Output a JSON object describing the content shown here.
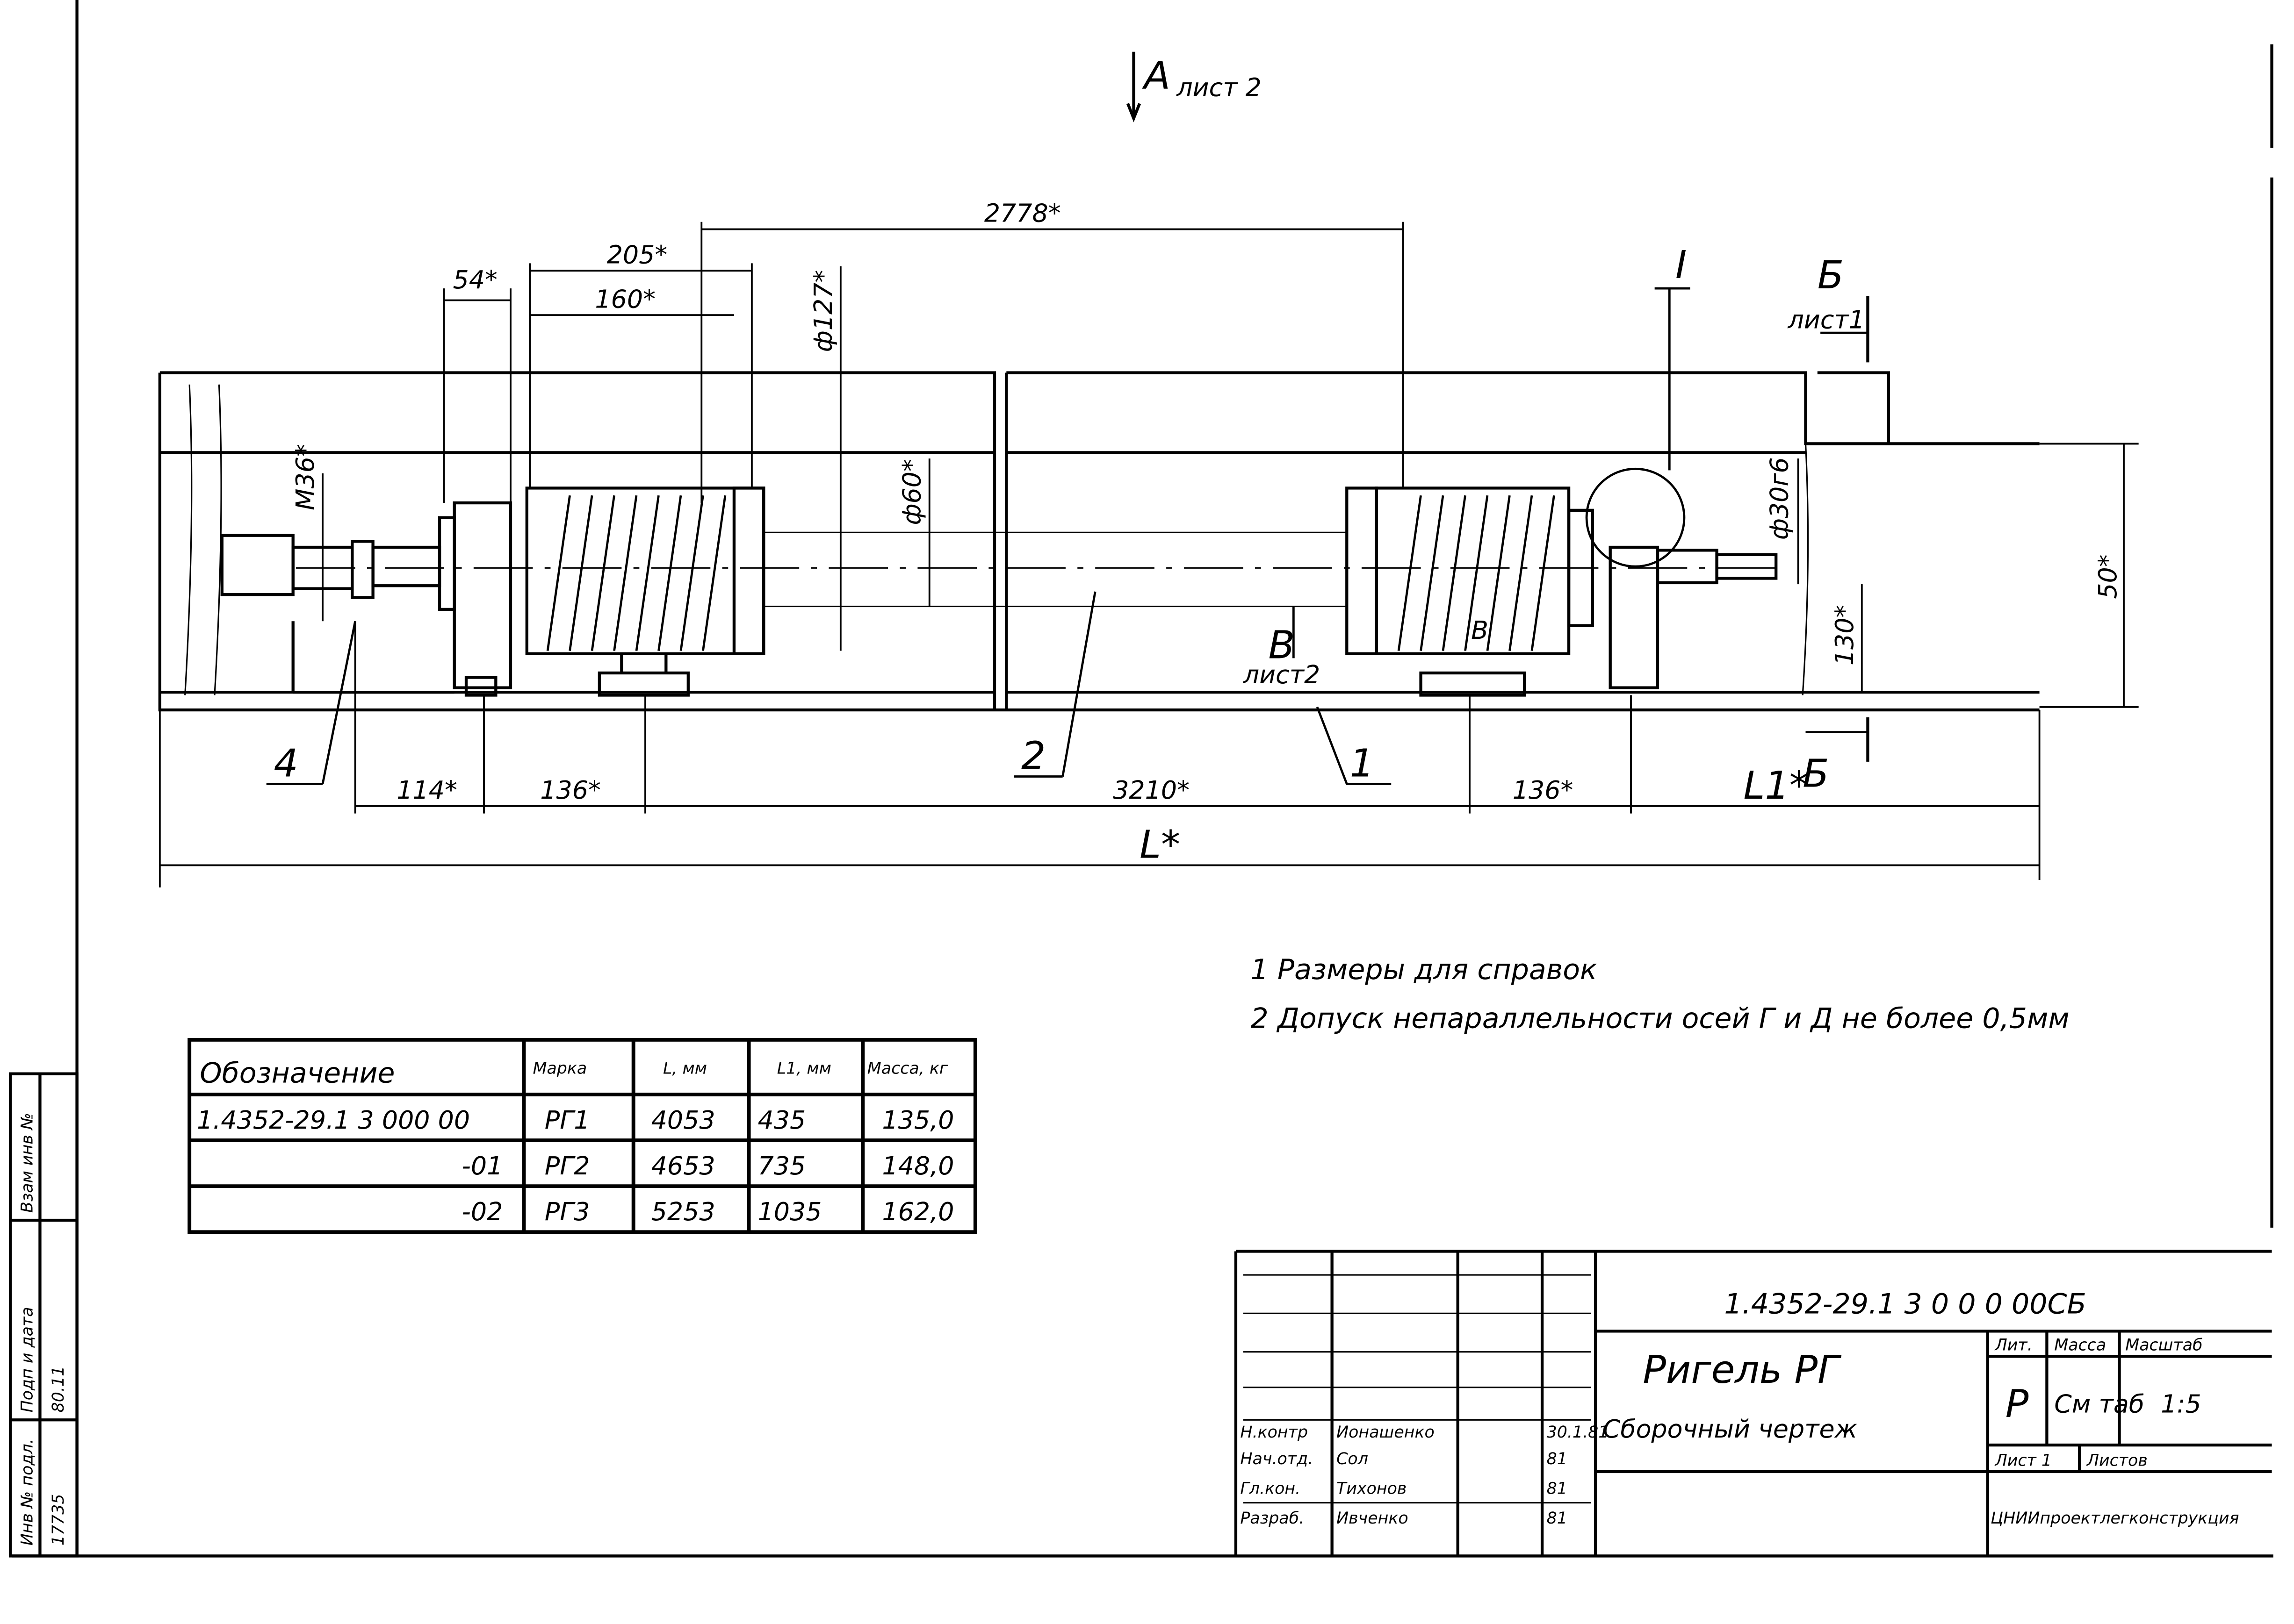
{
  "view_markers": {
    "section_a": "А",
    "section_a_sheet": "лист 2",
    "section_b": "Б",
    "section_b_sheet": "лист1",
    "section_b_bottom": "Б",
    "section_v": "В",
    "section_v_sheet": "лист2",
    "section_v_small": "В",
    "detail_i": "I"
  },
  "dimensions": {
    "d2778": "2778*",
    "d205": "205*",
    "d160": "160*",
    "d54": "54*",
    "d127": "ф127*",
    "m36": "М36*",
    "d60": "ф60*",
    "d30": "ф30г6",
    "d130": "130*",
    "d50": "50*",
    "d114": "114*",
    "d136a": "136*",
    "d3210": "3210*",
    "d136b": "136*",
    "l1": "L1*",
    "l": "L*"
  },
  "callouts": [
    "1",
    "2",
    "4"
  ],
  "notes": [
    "1 Размеры для справок",
    "2 Допуск непараллельности осей Г и Д не более 0,5мм"
  ],
  "table": {
    "headers": [
      "Обозначение",
      "Марка",
      "L, мм",
      "L1, мм",
      "Масса, кг"
    ],
    "rows": [
      [
        "1.4352-29.1 3 000 00",
        "РГ1",
        "4053",
        "435",
        "135,0"
      ],
      [
        "-01",
        "РГ2",
        "4653",
        "735",
        "148,0"
      ],
      [
        "-02",
        "РГ3",
        "5253",
        "1035",
        "162,0"
      ]
    ]
  },
  "title_block": {
    "code": "1.4352-29.1   3 0 0 0 00СБ",
    "name": "Ригель РГ",
    "doc_type": "Сборочный чертеж",
    "lit_label": "Лит.",
    "mass_label": "Масса",
    "scale_label": "Масштаб",
    "lit": "Р",
    "mass": "См таб",
    "scale": "1:5",
    "sheet_label": "Лист 1",
    "sheets_label": "Листов",
    "organization": "ЦНИИпроектлегконструкция",
    "signatures": [
      [
        "Н.контр",
        "Ионашенко",
        "",
        "30.1.81"
      ],
      [
        "Нач.отд.",
        "Сол",
        "",
        "81"
      ],
      [
        "Гл.кон.",
        "Тихонов",
        "",
        "81"
      ],
      [
        "Разраб.",
        "Ивченко",
        "",
        "81"
      ]
    ]
  },
  "side_stamp": {
    "inv_label": "Инв № подл.",
    "inv_value": "17735",
    "sign_label": "Подп и дата",
    "sign_value": "80.11",
    "replace_label": "Взам инв №"
  }
}
